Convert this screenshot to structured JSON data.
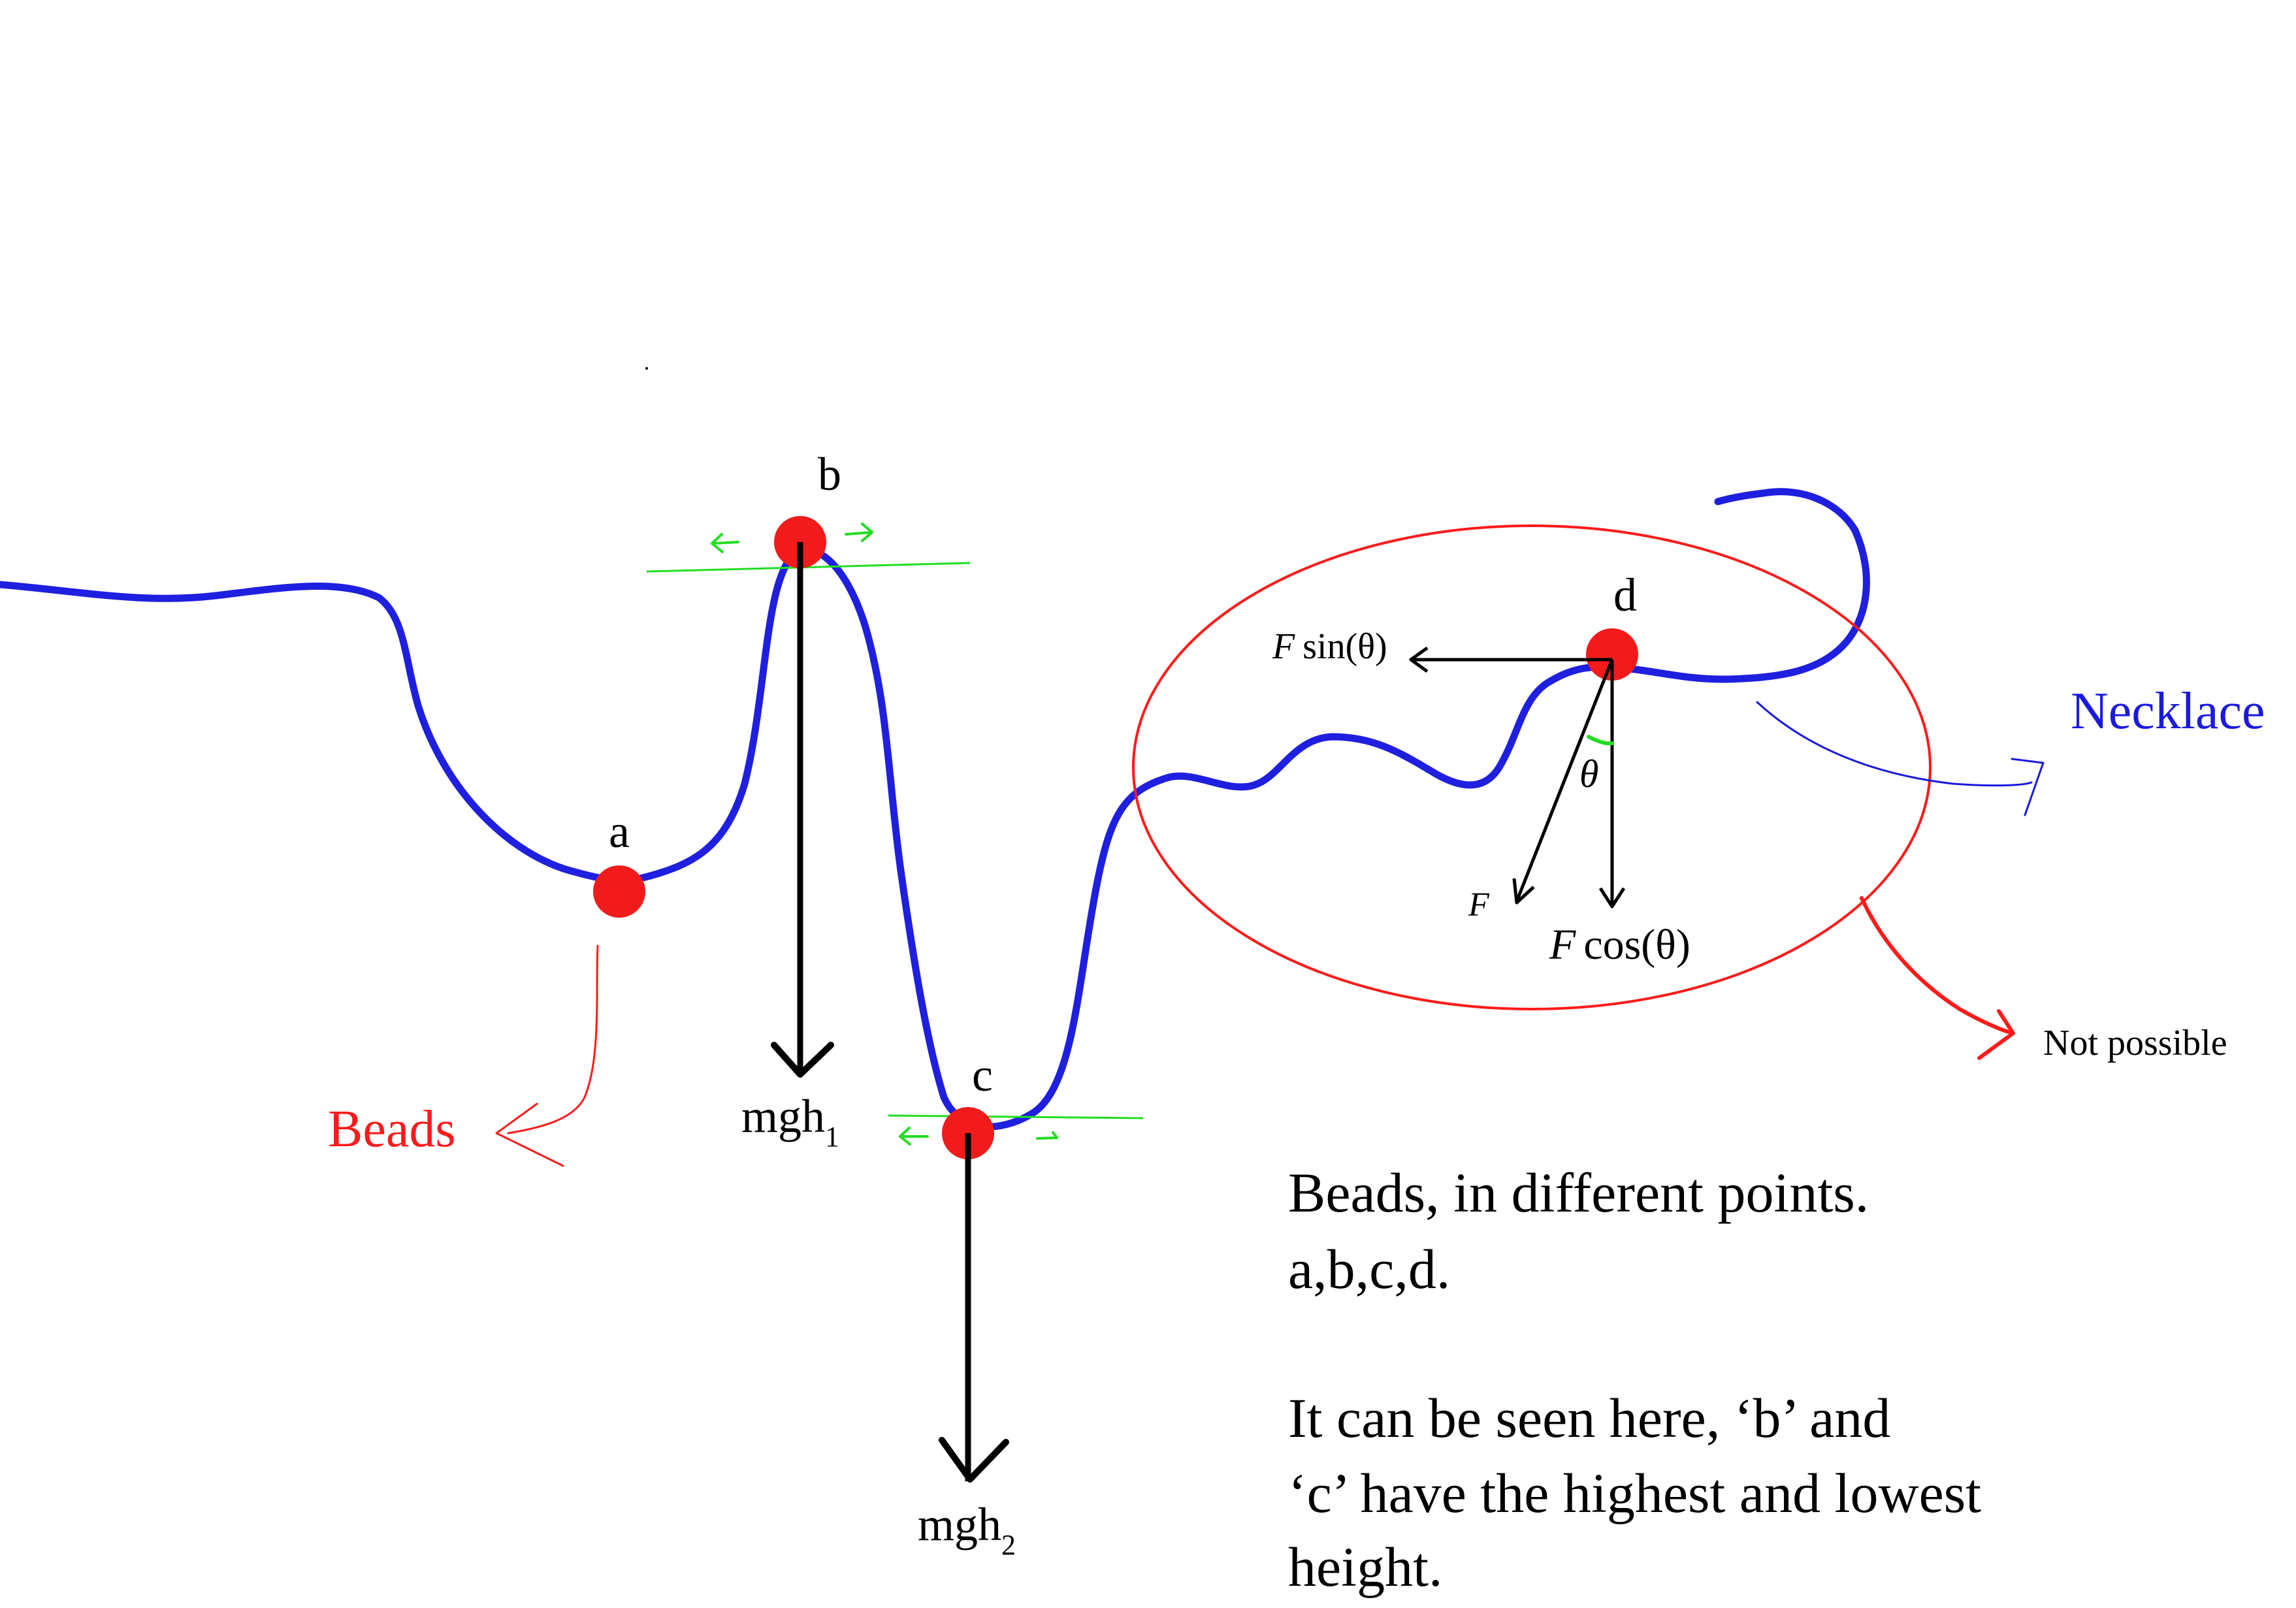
{
  "colors": {
    "necklace": "#1f1fe0",
    "bead": "#f21b1b",
    "annotation_red": "#ff1a1a",
    "annotation_blue": "#1a1adf",
    "green": "#22dd22",
    "ink": "#000000"
  },
  "beads": {
    "a": {
      "label": "a"
    },
    "b": {
      "label": "b"
    },
    "c": {
      "label": "c"
    },
    "d": {
      "label": "d"
    }
  },
  "labels": {
    "beads": "Beads",
    "necklace": "Necklace",
    "not_possible": "Not possible",
    "mgh1_base": "mgh",
    "mgh1_sub": "1",
    "mgh2_base": "mgh",
    "mgh2_sub": "2",
    "f_sin_f": "F",
    "f_sin_rest": "sin(θ)",
    "f_cos_f": "F",
    "f_cos_rest": "cos(θ)",
    "f": "F",
    "theta": "θ"
  },
  "caption": {
    "line1": "Beads, in different points.",
    "line2": "a,b,c,d.",
    "line3": "It can be seen here, ‘b’ and",
    "line4": "‘c’ have the highest and lowest",
    "line5": "height."
  }
}
